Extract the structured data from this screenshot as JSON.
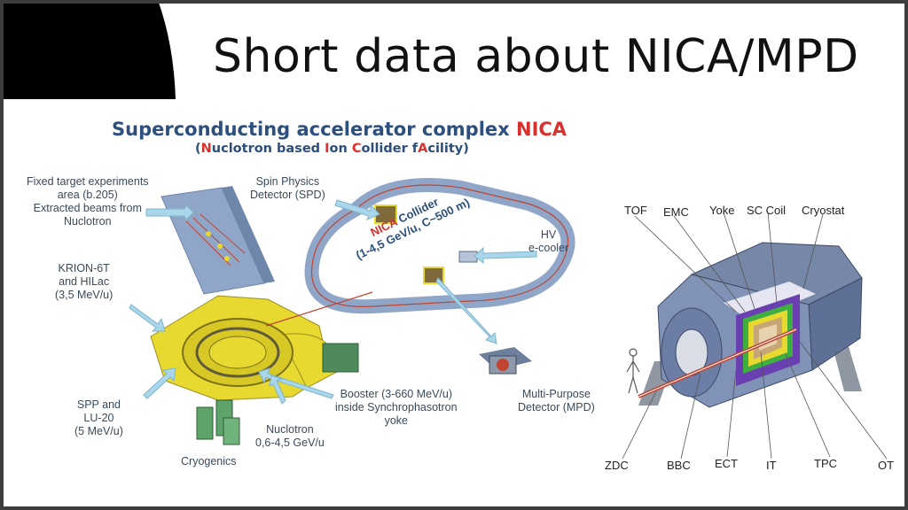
{
  "slide": {
    "title": "Short data about NICA/MPD"
  },
  "nica": {
    "title_main": "Superconducting accelerator complex ",
    "title_accent": "NICA",
    "subtitle_open": "(",
    "subtitle_parts": [
      {
        "text": "N",
        "accent": true
      },
      {
        "text": "uclotron based ",
        "accent": false
      },
      {
        "text": "I",
        "accent": true
      },
      {
        "text": "on ",
        "accent": false
      },
      {
        "text": "C",
        "accent": true
      },
      {
        "text": "ollider f",
        "accent": false
      },
      {
        "text": "A",
        "accent": true
      },
      {
        "text": "cility)",
        "accent": false
      }
    ],
    "labels": {
      "fixed_target_1": "Fixed target experiments",
      "fixed_target_2": "area (b.205)",
      "fixed_target_3": "Extracted beams from",
      "fixed_target_4": "Nuclotron",
      "spd_1": "Spin Physics",
      "spd_2": "Detector (SPD)",
      "krion_1": "KRION-6T",
      "krion_2": "and HILac",
      "krion_3": "(3,5 MeV/u)",
      "hv_1": "HV",
      "hv_2": "e-cooler",
      "spp_1": "SPP and",
      "spp_2": "LU-20",
      "spp_3": "(5 MeV/u)",
      "booster_1": "Booster (3-660 MeV/u)",
      "booster_2": "inside Synchrophasotron",
      "booster_3": "yoke",
      "mpd_1": "Multi-Purpose",
      "mpd_2": "Detector (MPD)",
      "nuclotron_1": "Nuclotron",
      "nuclotron_2": "0,6-4,5 GeV/u",
      "cryogenics": "Cryogenics",
      "collider_accent": "NICA",
      "collider_word": " Collider",
      "collider_params": "(1-4,5 GeV/u, C~500 m)"
    },
    "colors": {
      "title_blue": "#2c4f7e",
      "accent_red": "#d8302c",
      "ring_blue": "#8fa6c8",
      "yellow": "#e8d930",
      "callout": "#a9d6ea"
    }
  },
  "mpd": {
    "labels_top": [
      "TOF",
      "EMC",
      "Yoke",
      "SC Coil",
      "Cryostat"
    ],
    "labels_bottom": [
      "ZDC",
      "BBC",
      "ECT",
      "IT",
      "TPC",
      "OT"
    ]
  }
}
